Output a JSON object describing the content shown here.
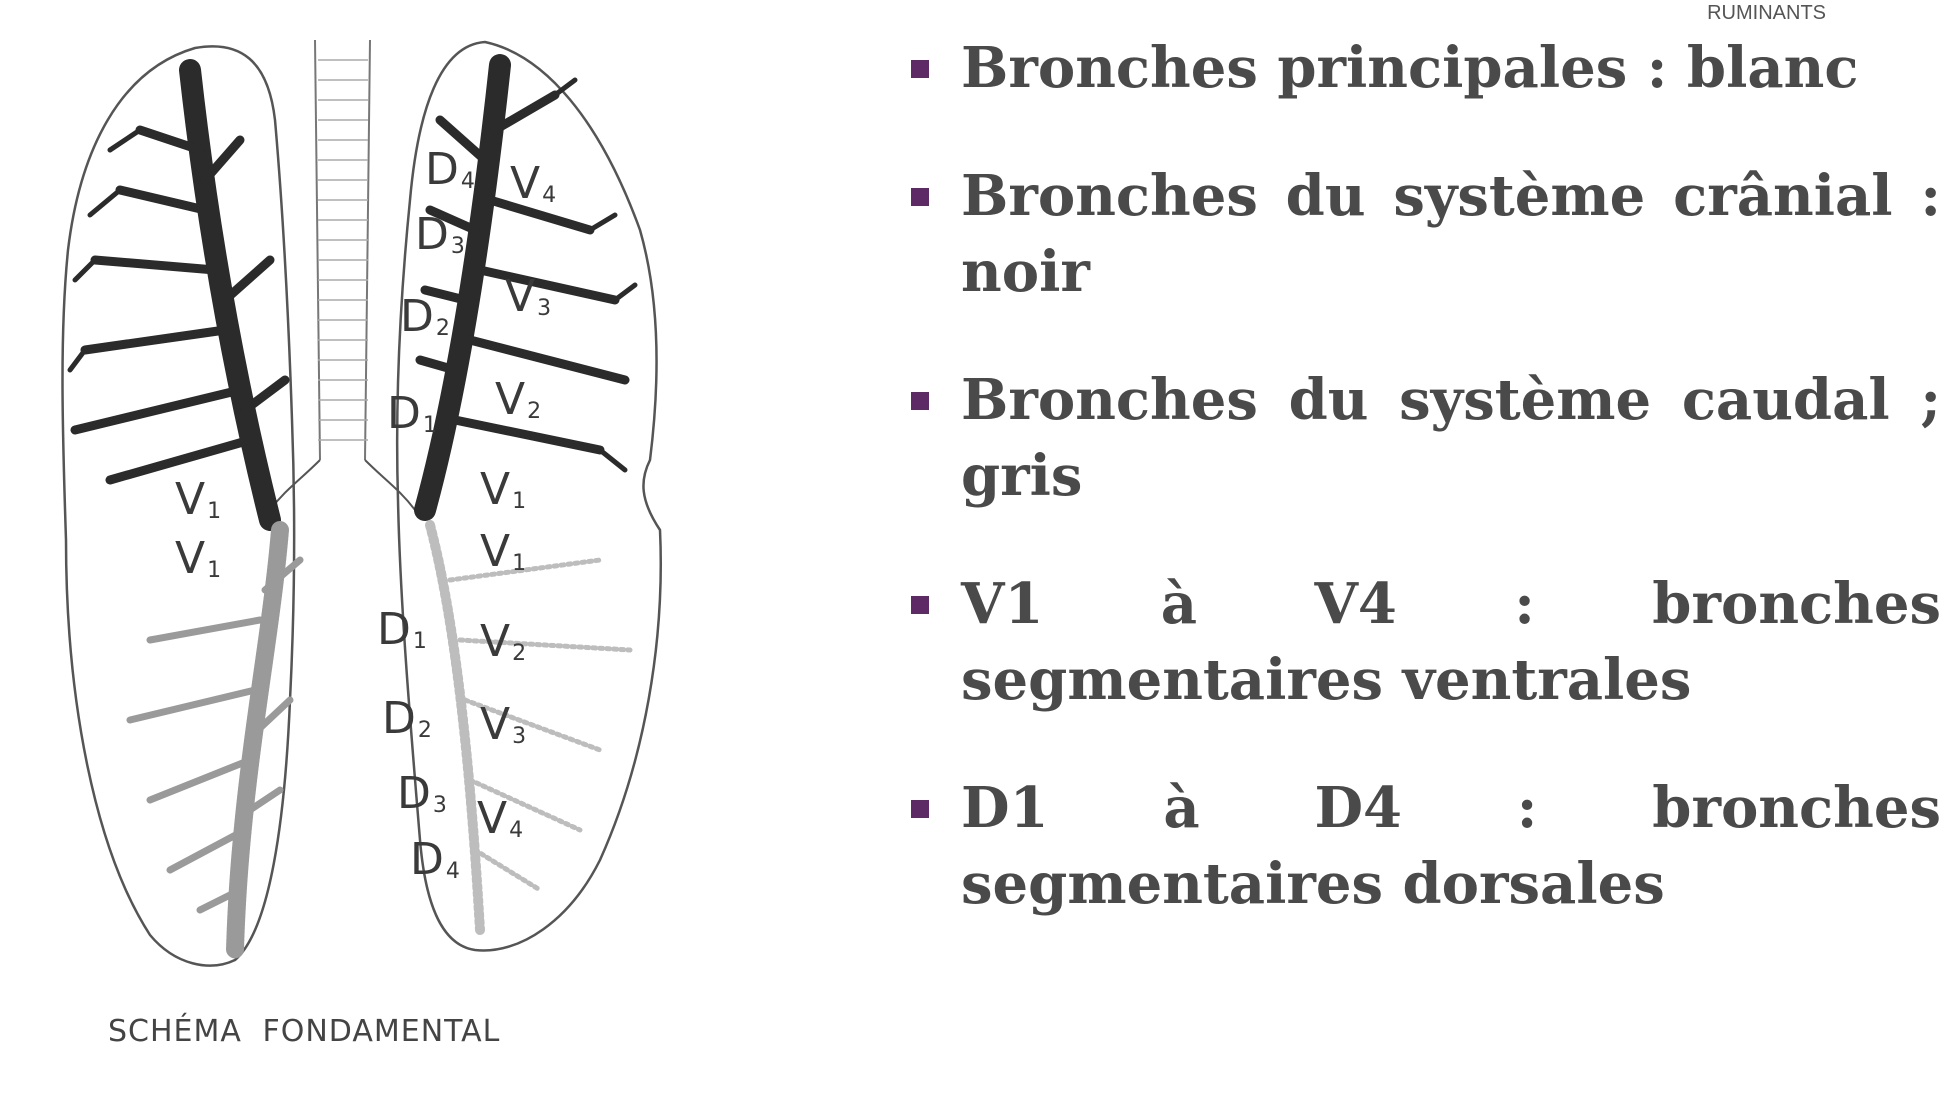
{
  "header": {
    "corner_label": "RUMINANTS"
  },
  "diagram": {
    "caption": "SCHÉMA FONDAMENTAL",
    "labels": [
      {
        "letter": "D",
        "num": "4"
      },
      {
        "letter": "V",
        "num": "4"
      },
      {
        "letter": "D",
        "num": "3"
      },
      {
        "letter": "D",
        "num": "2"
      },
      {
        "letter": "V",
        "num": "3"
      },
      {
        "letter": "D",
        "num": "1"
      },
      {
        "letter": "V",
        "num": "2"
      },
      {
        "letter": "V",
        "num": "1"
      },
      {
        "letter": "V",
        "num": "1"
      },
      {
        "letter": "V",
        "num": "1"
      },
      {
        "letter": "V",
        "num": "1"
      },
      {
        "letter": "D",
        "num": "1"
      },
      {
        "letter": "V",
        "num": "2"
      },
      {
        "letter": "D",
        "num": "2"
      },
      {
        "letter": "V",
        "num": "3"
      },
      {
        "letter": "D",
        "num": "3"
      },
      {
        "letter": "V",
        "num": "4"
      },
      {
        "letter": "D",
        "num": "4"
      }
    ]
  },
  "bullets": [
    {
      "text": "Bronches principales : blanc"
    },
    {
      "text": "Bronches du système crânial : noir"
    },
    {
      "text": "Bronches du système caudal ; gris"
    },
    {
      "text": "V1 à V4 : bronches segmentaires ventrales"
    },
    {
      "text": "D1 à D4 : bronches segmentaires dorsales"
    }
  ],
  "colors": {
    "bullet_marker": "#5e2a66",
    "text": "#4a4a4a",
    "cranial_bronchi": "#2b2b2b",
    "caudal_bronchi": "#9a9a9a"
  }
}
